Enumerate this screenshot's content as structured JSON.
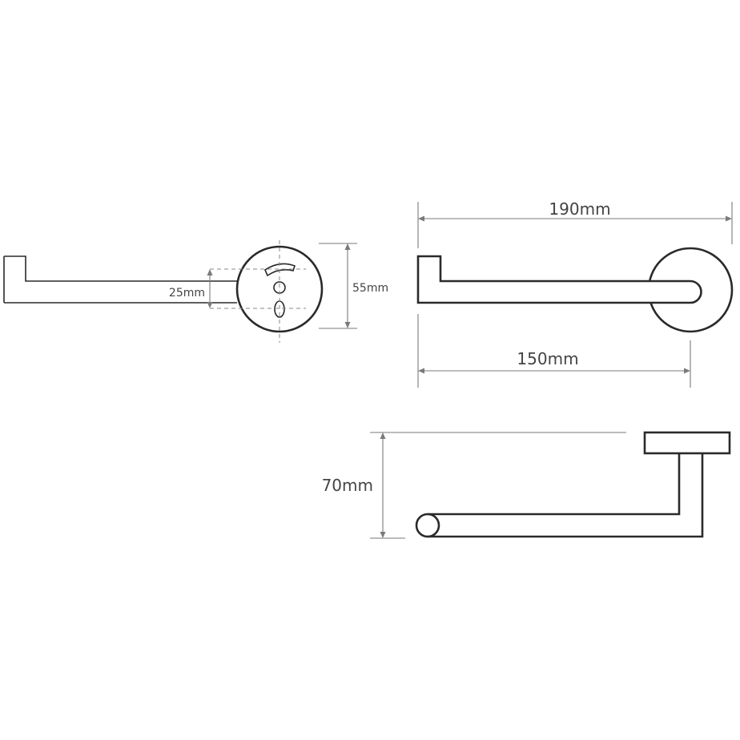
{
  "dimensions": {
    "total_length": "190mm",
    "bar_length": "150mm",
    "projection": "70mm",
    "plate_diameter": "55mm",
    "hole_spacing": "25mm"
  }
}
